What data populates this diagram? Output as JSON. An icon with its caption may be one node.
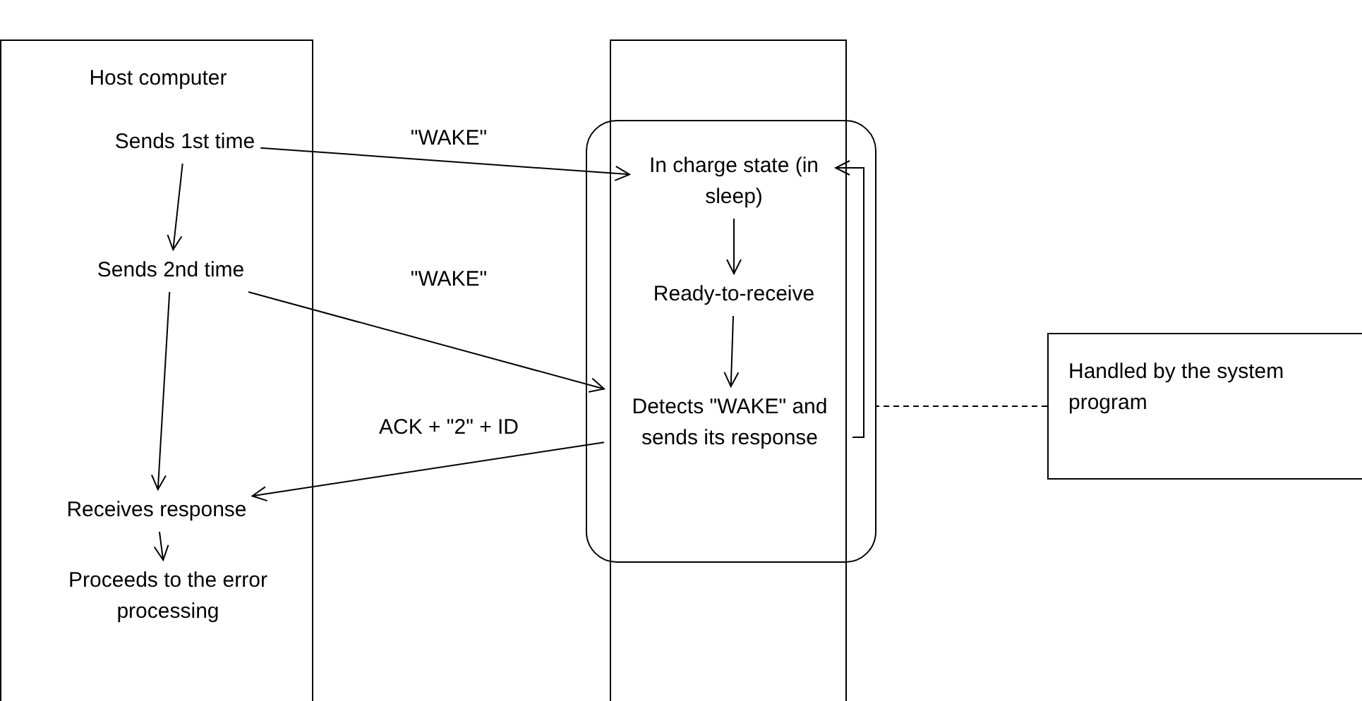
{
  "diagram": {
    "nodes": [
      {
        "text": [
          "Host computer"
        ]
      },
      {
        "text": [
          "Sends 1st time"
        ],
        "in": 0
      },
      {
        "text": [
          "Sends 2nd time"
        ],
        "in": 0
      },
      {
        "text": [
          "Receives response"
        ],
        "in": 0
      },
      {
        "text": [
          "Proceeds to the error processing"
        ],
        "in": 0
      },
      {
        "text": [],
        "shape": "box"
      },
      {
        "text": [],
        "shape": "box",
        "in": 5
      },
      {
        "text": [
          "In charge state (in sleep)"
        ],
        "in": 6
      },
      {
        "text": [
          "Ready-to-receive"
        ],
        "in": 6
      },
      {
        "text": [
          "Detects \"WAKE\" and sends its response"
        ],
        "in": 6
      },
      {
        "text": [
          "Handled by the system program"
        ]
      }
    ],
    "edges": [
      {
        "from": 1,
        "to": 2,
        "arrow": "to"
      },
      {
        "from": 2,
        "to": 3,
        "arrow": "to"
      },
      {
        "from": 3,
        "to": 4,
        "arrow": "to"
      },
      {
        "from": 7,
        "to": 8,
        "arrow": "to"
      },
      {
        "from": 8,
        "to": 9,
        "arrow": "to"
      },
      {
        "from": 9,
        "to": 7,
        "arrow": "to"
      },
      {
        "from": 1,
        "to": 7,
        "label": "\"WAKE\"",
        "arrow": "to"
      },
      {
        "from": 2,
        "to": 9,
        "label": "\"WAKE\"",
        "arrow": "to"
      },
      {
        "from": 9,
        "to": 3,
        "label": "ACK + \"2\" + ID",
        "arrow": "to"
      },
      {
        "from": 10,
        "to": 6,
        "arrow": "none",
        "style": "dashed"
      }
    ]
  }
}
